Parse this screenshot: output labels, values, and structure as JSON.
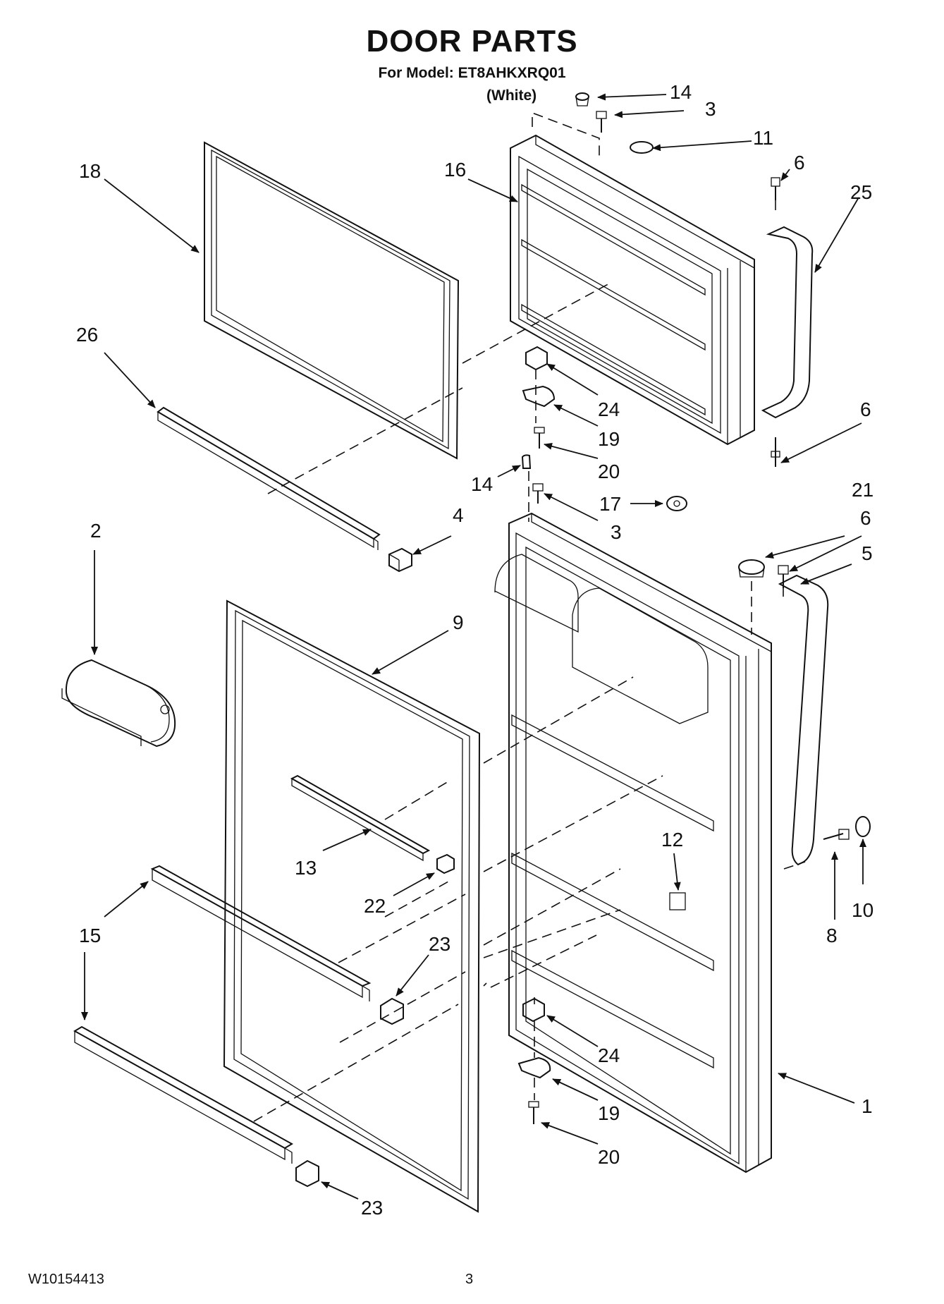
{
  "page": {
    "title": "DOOR PARTS",
    "subtitle": "For Model: ET8AHKXRQ01",
    "color_note": "(White)",
    "doc_number": "W10154413",
    "page_number": "3"
  },
  "callouts": [
    {
      "id": "c14a",
      "label": "14"
    },
    {
      "id": "c3a",
      "label": "3"
    },
    {
      "id": "c11",
      "label": "11"
    },
    {
      "id": "c6a",
      "label": "6"
    },
    {
      "id": "c25",
      "label": "25"
    },
    {
      "id": "c18",
      "label": "18"
    },
    {
      "id": "c16",
      "label": "16"
    },
    {
      "id": "c26",
      "label": "26"
    },
    {
      "id": "c24a",
      "label": "24"
    },
    {
      "id": "c19a",
      "label": "19"
    },
    {
      "id": "c6b",
      "label": "6"
    },
    {
      "id": "c20a",
      "label": "20"
    },
    {
      "id": "c14b",
      "label": "14"
    },
    {
      "id": "c17",
      "label": "17"
    },
    {
      "id": "c21",
      "label": "21"
    },
    {
      "id": "c3b",
      "label": "3"
    },
    {
      "id": "c4",
      "label": "4"
    },
    {
      "id": "c6c",
      "label": "6"
    },
    {
      "id": "c2",
      "label": "2"
    },
    {
      "id": "c5",
      "label": "5"
    },
    {
      "id": "c9",
      "label": "9"
    },
    {
      "id": "c12",
      "label": "12"
    },
    {
      "id": "c13",
      "label": "13"
    },
    {
      "id": "c22",
      "label": "22"
    },
    {
      "id": "c15",
      "label": "15"
    },
    {
      "id": "c23a",
      "label": "23"
    },
    {
      "id": "c10",
      "label": "10"
    },
    {
      "id": "c8",
      "label": "8"
    },
    {
      "id": "c24b",
      "label": "24"
    },
    {
      "id": "c1",
      "label": "1"
    },
    {
      "id": "c19b",
      "label": "19"
    },
    {
      "id": "c20b",
      "label": "20"
    },
    {
      "id": "c23b",
      "label": "23"
    }
  ]
}
